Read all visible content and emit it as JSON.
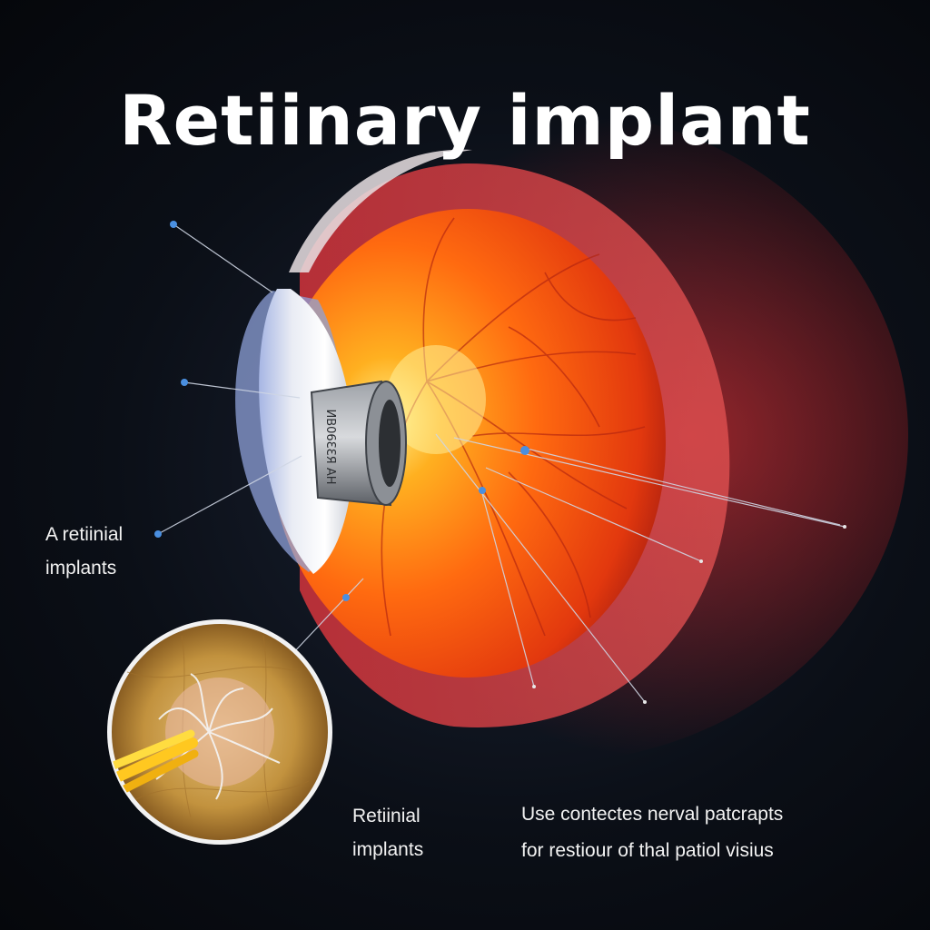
{
  "title": "Retiinary implant",
  "device_engraving": "ИВ06ƐƐЯ AH",
  "labels": {
    "left_line1": "A retiinial",
    "left_line2": "implants",
    "bottom_line1": "Retiinial",
    "bottom_line2": "implants"
  },
  "caption": {
    "line1": "Use contectes nerval patcrapts",
    "line2": "for restiour of thal patiol visius"
  },
  "colors": {
    "background": "#0b0f17",
    "retina_orange": "#ff7a1a",
    "sclera_red": "#d42a2a",
    "pointer_dot": "#4a8fe0"
  }
}
